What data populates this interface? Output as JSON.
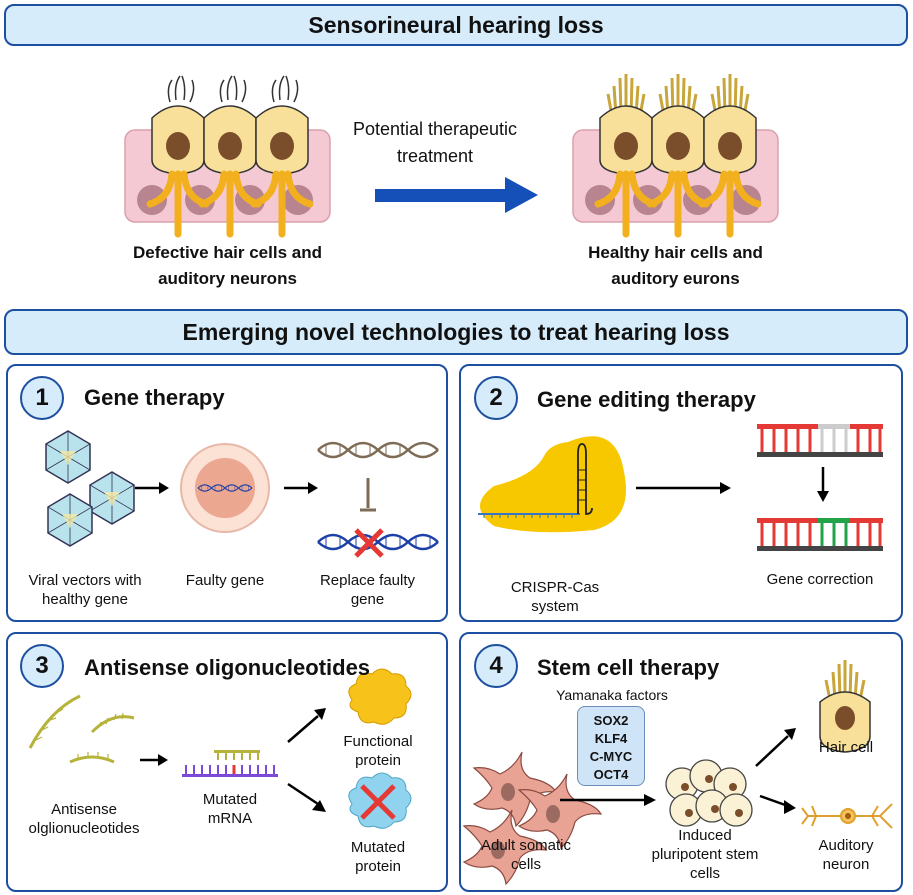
{
  "top_banner": "Sensorineural hearing loss",
  "arrow_label": [
    "Potential therapeutic",
    "treatment"
  ],
  "left_caption": [
    "Defective hair cells and",
    "auditory neurons"
  ],
  "right_caption": [
    "Healthy hair cells and",
    "auditory eurons"
  ],
  "middle_banner": "Emerging novel technologies to treat hearing loss",
  "panels": {
    "gene_therapy": {
      "number": "1",
      "title": "Gene therapy",
      "captions": {
        "viral": [
          "Viral vectors with",
          "healthy gene"
        ],
        "faulty": "Faulty gene",
        "replace": [
          "Replace faulty",
          "gene"
        ]
      }
    },
    "gene_editing": {
      "number": "2",
      "title": "Gene editing therapy",
      "captions": {
        "crispr": [
          "CRISPR-Cas",
          "system"
        ],
        "correction": "Gene correction"
      }
    },
    "antisense": {
      "number": "3",
      "title": "Antisense oligonucleotides",
      "captions": {
        "oligos": [
          "Antisense",
          "olglionucleotides"
        ],
        "mrna": [
          "Mutated",
          "mRNA"
        ],
        "functional": [
          "Functional",
          "protein"
        ],
        "mutated": [
          "Mutated",
          "protein"
        ]
      }
    },
    "stem_cell": {
      "number": "4",
      "title": "Stem cell therapy",
      "factors_label": "Yamanaka factors",
      "factors": [
        "SOX2",
        "KLF4",
        "C-MYC",
        "OCT4"
      ],
      "captions": {
        "somatic": [
          "Adult somatic",
          "cells"
        ],
        "ipsc": [
          "Induced",
          "pluripotent stem",
          "cells"
        ],
        "hair": "Hair cell",
        "neuron": [
          "Auditory",
          "neuron"
        ]
      }
    }
  },
  "colors": {
    "frame": "#1d4fa0",
    "banner_fill": "#d6ecfb",
    "arrow": "#1550b8",
    "tissue": "#f5c9d3",
    "hair_cell": "#f8e09a",
    "nucleus": "#7a4e2a",
    "neuron": "#f2b01e",
    "crispr": "#f7c800",
    "mismatch": "#e53935"
  }
}
